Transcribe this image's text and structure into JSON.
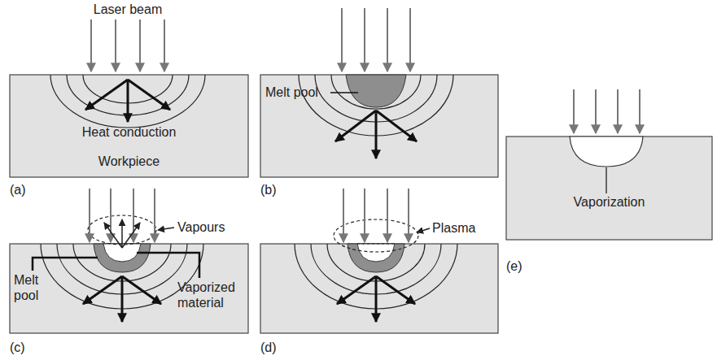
{
  "diagram": {
    "nodes": [
      {
        "text": [
          "Heat conduction",
          "Workpiece"
        ]
      },
      {
        "text": [
          "Vaporization"
        ]
      }
    ],
    "labels": [
      "Laser beam",
      "(a)",
      "Melt pool",
      "(b)",
      "Vapours",
      "Melt pool",
      "Vaporized material",
      "(c)",
      "Plasma",
      "(d)",
      "(e)"
    ]
  }
}
